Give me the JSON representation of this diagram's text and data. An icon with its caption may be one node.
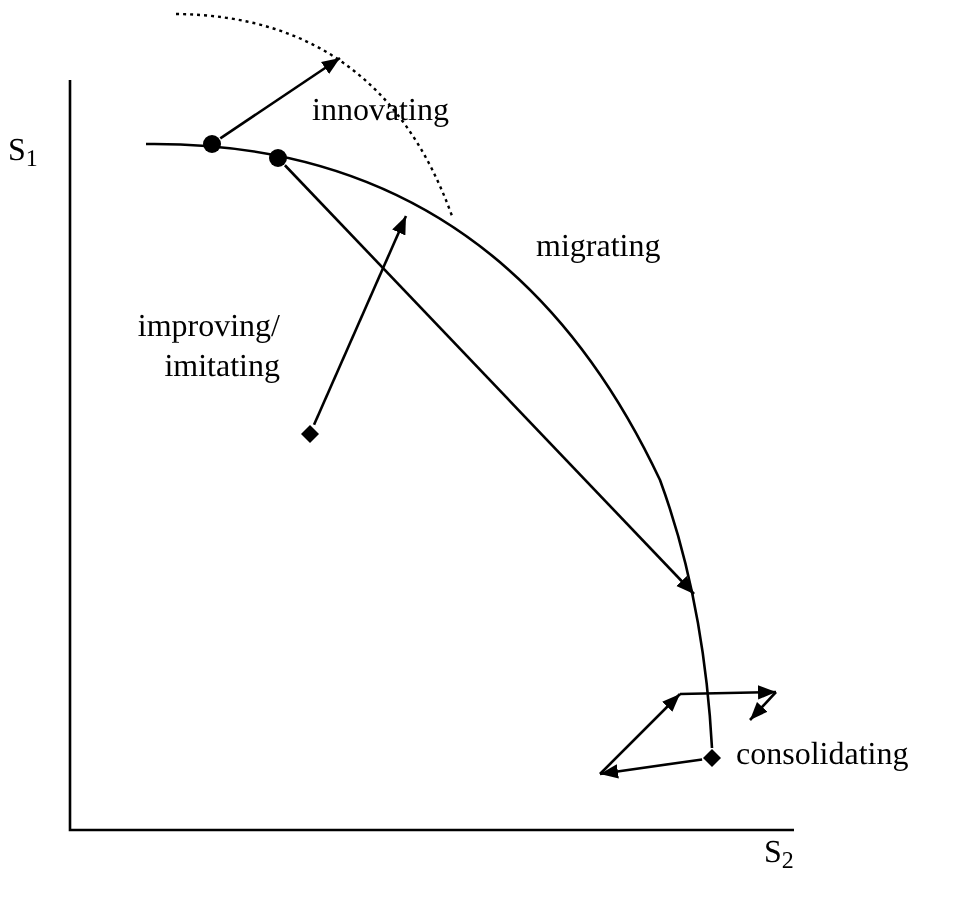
{
  "diagram": {
    "nodes": [
      {
        "text": [],
        "shape": "circle"
      },
      {
        "text": [],
        "shape": "circle"
      },
      {
        "text": [],
        "shape": "diamond"
      },
      {
        "text": [],
        "shape": "diamond",
        "beside": [
          "consolidating"
        ]
      }
    ],
    "edges": [
      {
        "from": 0,
        "to": null,
        "arrow": "to",
        "label": "innovating"
      },
      {
        "from": 1,
        "to": null,
        "arrow": "to",
        "label": "migrating"
      },
      {
        "from": 2,
        "to": null,
        "arrow": "to",
        "label": "improving/ imitating"
      },
      {
        "from": 3,
        "to": null,
        "arrow": "to"
      }
    ],
    "labels": [
      "S$_{1}$",
      "S$_{2}$"
    ]
  }
}
